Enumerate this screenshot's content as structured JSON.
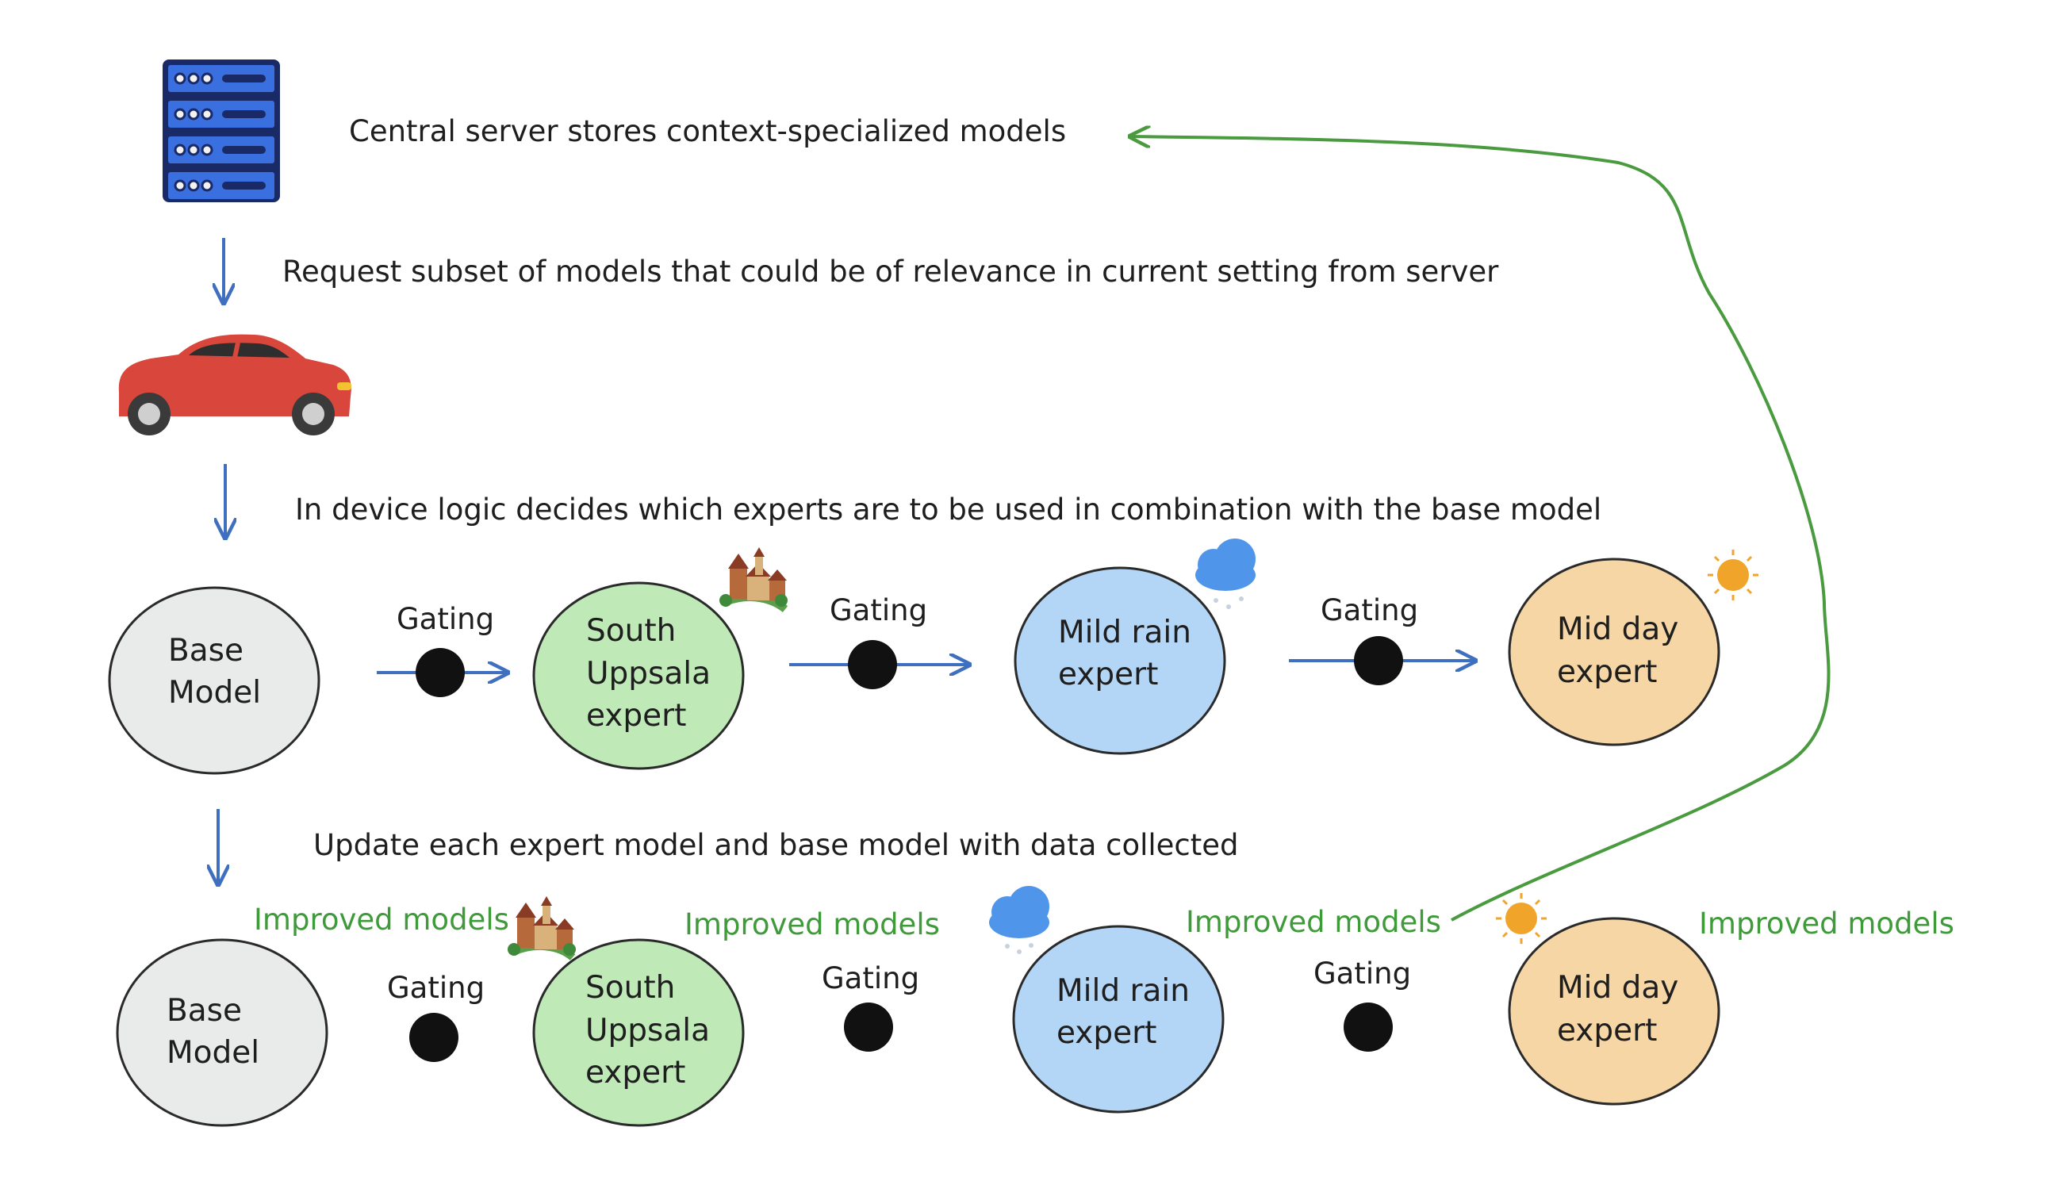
{
  "steps": {
    "server": "Central server stores context-specialized models",
    "request": "Request subset of models that could be of relevance in current setting from server",
    "device_logic": "In device logic decides which experts are to be used in combination with the base model",
    "update": "Update each expert model and base model with data collected"
  },
  "gating_label": "Gating",
  "improved_label": "Improved models",
  "nodes": {
    "base": [
      "Base",
      "Model"
    ],
    "uppsala": [
      "South",
      "Uppsala",
      "expert"
    ],
    "rain": [
      "Mild rain",
      "expert"
    ],
    "midday": [
      "Mid day",
      "expert"
    ]
  },
  "icons": [
    "server-icon",
    "car-icon",
    "town-icon",
    "rain-cloud-icon",
    "sun-icon"
  ],
  "colors": {
    "arrow_blue": "#3f6fbf",
    "feedback_green": "#4a9a3f",
    "improved_text": "#3f9a3a",
    "base_fill": "#e8ebea",
    "uppsala_fill": "#bfeab8",
    "rain_fill": "#b4d6f6",
    "midday_fill": "#f7d6a6"
  }
}
